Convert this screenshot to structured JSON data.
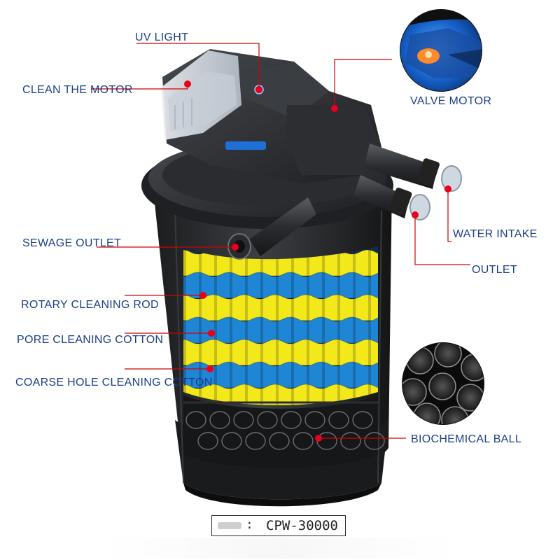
{
  "labels": {
    "uv_light": "UV LIGHT",
    "clean_motor": "CLEAN THE MOTOR",
    "valve_motor": "VALVE MOTOR",
    "sewage_outlet": "SEWAGE OUTLET",
    "water_intake": "WATER INTAKE",
    "outlet": "OUTLET",
    "rotary_rod": "ROTARY CLEANING ROD",
    "pore_cotton": "PORE CLEANING COTTON",
    "coarse_cotton": "COARSE HOLE CLEANING COTTON",
    "biochemical_ball": "BIOCHEMICAL BALL"
  },
  "model": {
    "code": "CPW-30000"
  },
  "colors": {
    "label_text": "#1c3e86",
    "callout_line": "#d40000",
    "callout_dot": "#e8001c",
    "sponge_blue": "#1f86d6",
    "sponge_yellow": "#f3e81a",
    "body": "#2b2d30",
    "lid_clear": "#dfe4ea"
  }
}
